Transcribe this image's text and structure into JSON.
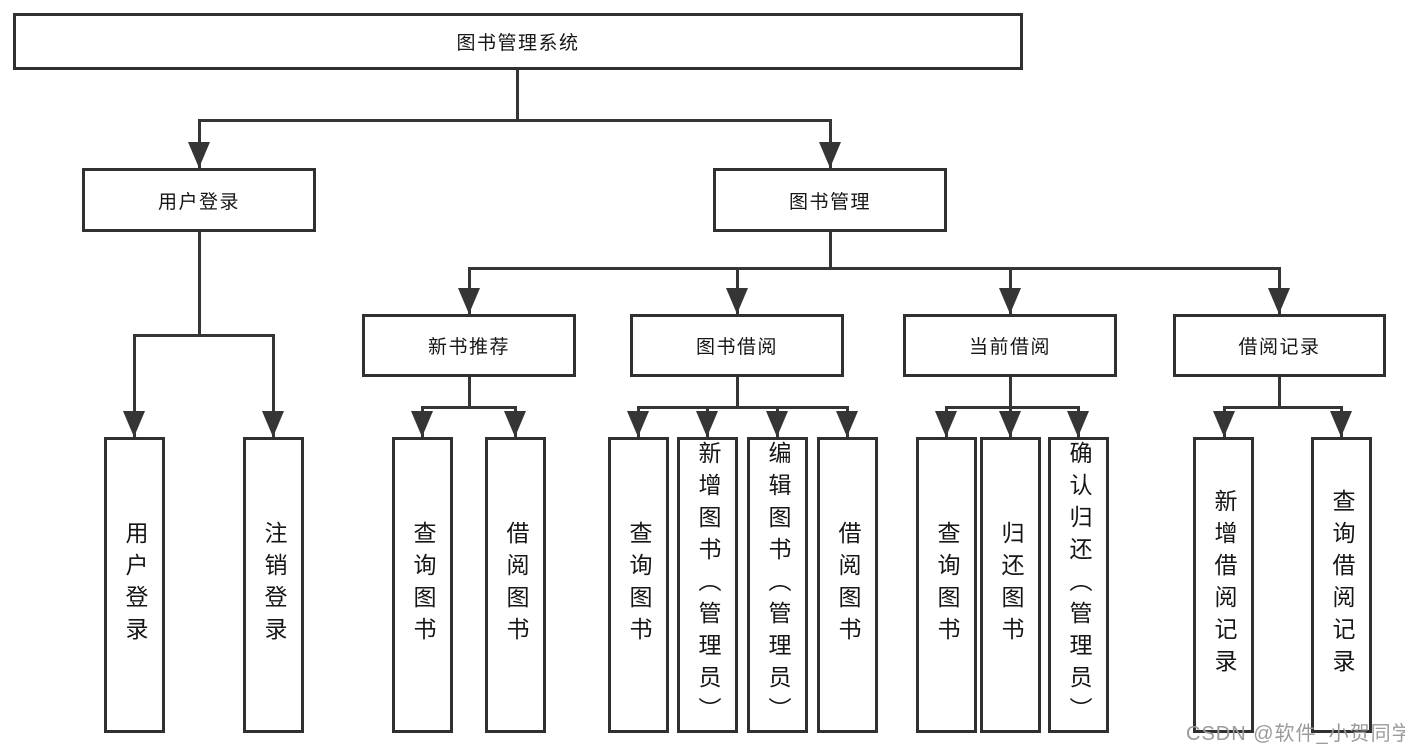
{
  "colors": {
    "line": "#353535",
    "box_border": "#303030",
    "box_bg": "#ffffff",
    "text": "#161616",
    "watermark": "#9b9b9b",
    "bg": "#ffffff"
  },
  "watermark": "CSDN @软件_小贺同学",
  "tree": {
    "root": {
      "label": "图书管理系统"
    },
    "children": [
      {
        "label": "用户登录",
        "children": [
          {
            "label": "用户登录"
          },
          {
            "label": "注销登录"
          }
        ]
      },
      {
        "label": "图书管理",
        "children": [
          {
            "label": "新书推荐",
            "children": [
              {
                "label": "查询图书"
              },
              {
                "label": "借阅图书"
              }
            ]
          },
          {
            "label": "图书借阅",
            "children": [
              {
                "label": "查询图书"
              },
              {
                "label": "新增图书（管理员）"
              },
              {
                "label": "编辑图书（管理员）"
              },
              {
                "label": "借阅图书"
              }
            ]
          },
          {
            "label": "当前借阅",
            "children": [
              {
                "label": "查询图书"
              },
              {
                "label": "归还图书"
              },
              {
                "label": "确认归还（管理员）"
              }
            ]
          },
          {
            "label": "借阅记录",
            "children": [
              {
                "label": "新增借阅记录"
              },
              {
                "label": "查询借阅记录"
              }
            ]
          }
        ]
      }
    ]
  }
}
